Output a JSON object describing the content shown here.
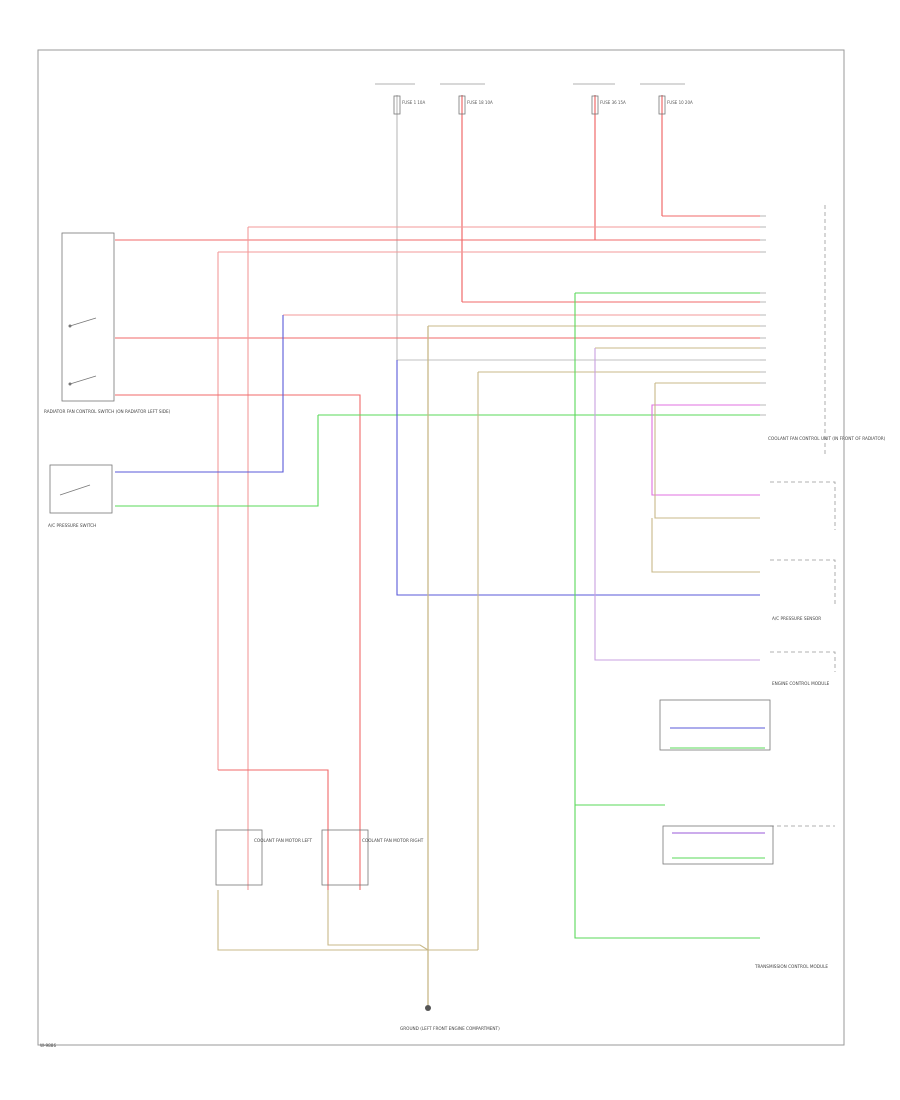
{
  "figure_id": "W-9886",
  "colors": {
    "red": "#f06a6a",
    "pink": "#f39a9a",
    "green": "#5ad85a",
    "blue": "#5a5ad8",
    "tan": "#c8b888",
    "gray": "#b0b0b0",
    "magenta": "#e070e0"
  },
  "fuses": [
    {
      "id": "fuse-1",
      "label": "FUSE 1 10A"
    },
    {
      "id": "fuse-2",
      "label": "FUSE 18 10A"
    },
    {
      "id": "fuse-3",
      "label": "FUSE 36 15A"
    },
    {
      "id": "fuse-4",
      "label": "FUSE 10 20A"
    }
  ],
  "components": {
    "radiator_switch": "RADIATOR FAN CONTROL SWITCH (ON RADIATOR LEFT SIDE)",
    "pressure_switch": "A/C PRESSURE SWITCH",
    "fan_control_unit": "COOLANT FAN CONTROL UNIT (IN FRONT OF RADIATOR)",
    "ac_pressure_sensor": "A/C PRESSURE SENSOR",
    "ecm": "ENGINE CONTROL MODULE",
    "fan_motor_left": "COOLANT FAN MOTOR LEFT",
    "fan_motor_right": "COOLANT FAN MOTOR RIGHT",
    "ground": "GROUND (LEFT FRONT ENGINE COMPARTMENT)",
    "transmission_control": "TRANSMISSION CONTROL MODULE"
  }
}
